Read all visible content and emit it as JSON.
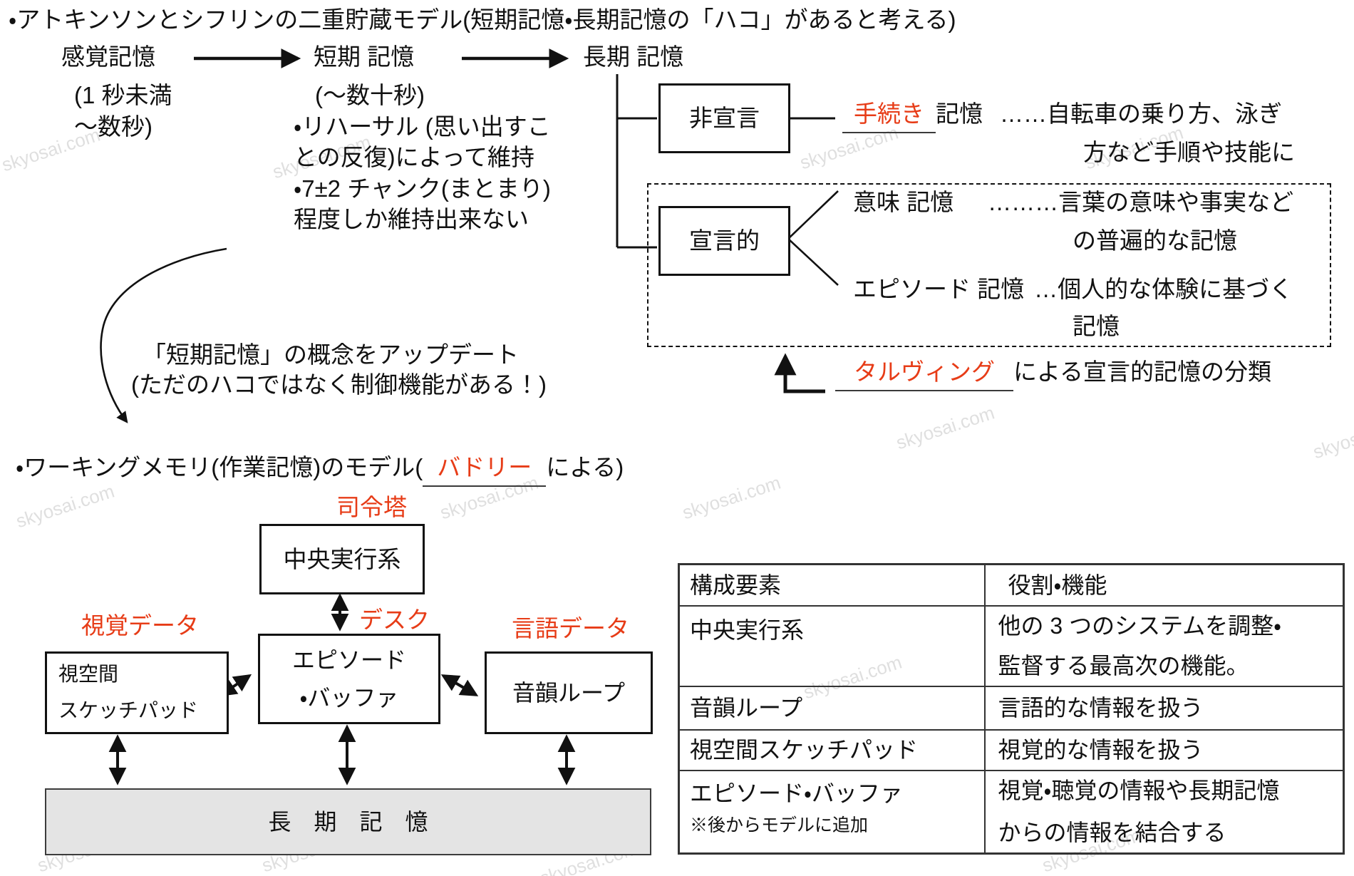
{
  "colors": {
    "accent_red": "#e73c17",
    "line_black": "#111111",
    "ltm_fill": "#e4e4e4"
  },
  "watermark_text": "skyosai.com",
  "section1": {
    "title": "・アトキンソンとシフリンの二重貯蔵モデル(短期記憶・長期記憶の「ハコ」があると考える)",
    "flow": {
      "sensory": "感覚記憶",
      "short_term": "短期 記憶",
      "long_term": "長期 記憶"
    },
    "sensory_note_line1": "(1 秒未満",
    "sensory_note_line2": "〜数秒)",
    "short_note_line1": "(〜数十秒)",
    "short_note_line2": "・リハーサル (思い出すこ",
    "short_note_line3": "との反復)によって維持",
    "short_note_line4": "・7±2 チャンク(まとまり)",
    "short_note_line5": "程度しか維持出来ない",
    "nondeclarative_box": "非宣言",
    "procedural_blank": "手続き",
    "procedural_suffix": "記憶",
    "procedural_desc_line1": "……自転車の乗り方、泳ぎ",
    "procedural_desc_line2": "方など手順や技能に",
    "declarative_box": "宣言的",
    "semantic_label": "意味 記憶",
    "semantic_desc_line1": "………言葉の意味や事実など",
    "semantic_desc_line2": "の普遍的な記憶",
    "episodic_label": "エピソード 記憶",
    "episodic_desc_line1": "…個人的な体験に基づく",
    "episodic_desc_line2": "記憶",
    "tulving_blank": "タルヴィング",
    "tulving_suffix": "による宣言的記憶の分類"
  },
  "middle_note": {
    "line1": "「短期記憶」の概念をアップデート",
    "line2": "(ただのハコではなく制御機能がある！)"
  },
  "section2": {
    "heading_prefix": "・ワーキングメモリ(作業記憶)のモデル(",
    "heading_blank": "バドリー",
    "heading_suffix": "による)",
    "label_commander": "司令塔",
    "label_desk": "デスク",
    "label_visual_data": "視覚データ",
    "label_language_data": "言語データ",
    "box_central_executive": "中央実行系",
    "box_episodic_line1": "エピソード",
    "box_episodic_line2": "・バッファ",
    "box_visuospatial_line1": "視空間",
    "box_visuospatial_line2": "スケッチパッド",
    "box_phonological": "音韻ループ",
    "box_long_term": "長　期　記　憶"
  },
  "table": {
    "headers": {
      "col1": "構成要素",
      "col2": "役割・機能"
    },
    "rows": [
      {
        "c1": "中央実行系",
        "c1note": "",
        "c2a": "他の 3 つのシステムを調整・",
        "c2b": "監督する最高次の機能。"
      },
      {
        "c1": "音韻ループ",
        "c1note": "",
        "c2a": "言語的な情報を扱う",
        "c2b": ""
      },
      {
        "c1": "視空間スケッチパッド",
        "c1note": "",
        "c2a": "視覚的な情報を扱う",
        "c2b": ""
      },
      {
        "c1": "エピソード・バッファ",
        "c1note": "※後からモデルに追加",
        "c2a": "視覚・聴覚の情報や長期記憶",
        "c2b": "からの情報を結合する"
      }
    ]
  }
}
